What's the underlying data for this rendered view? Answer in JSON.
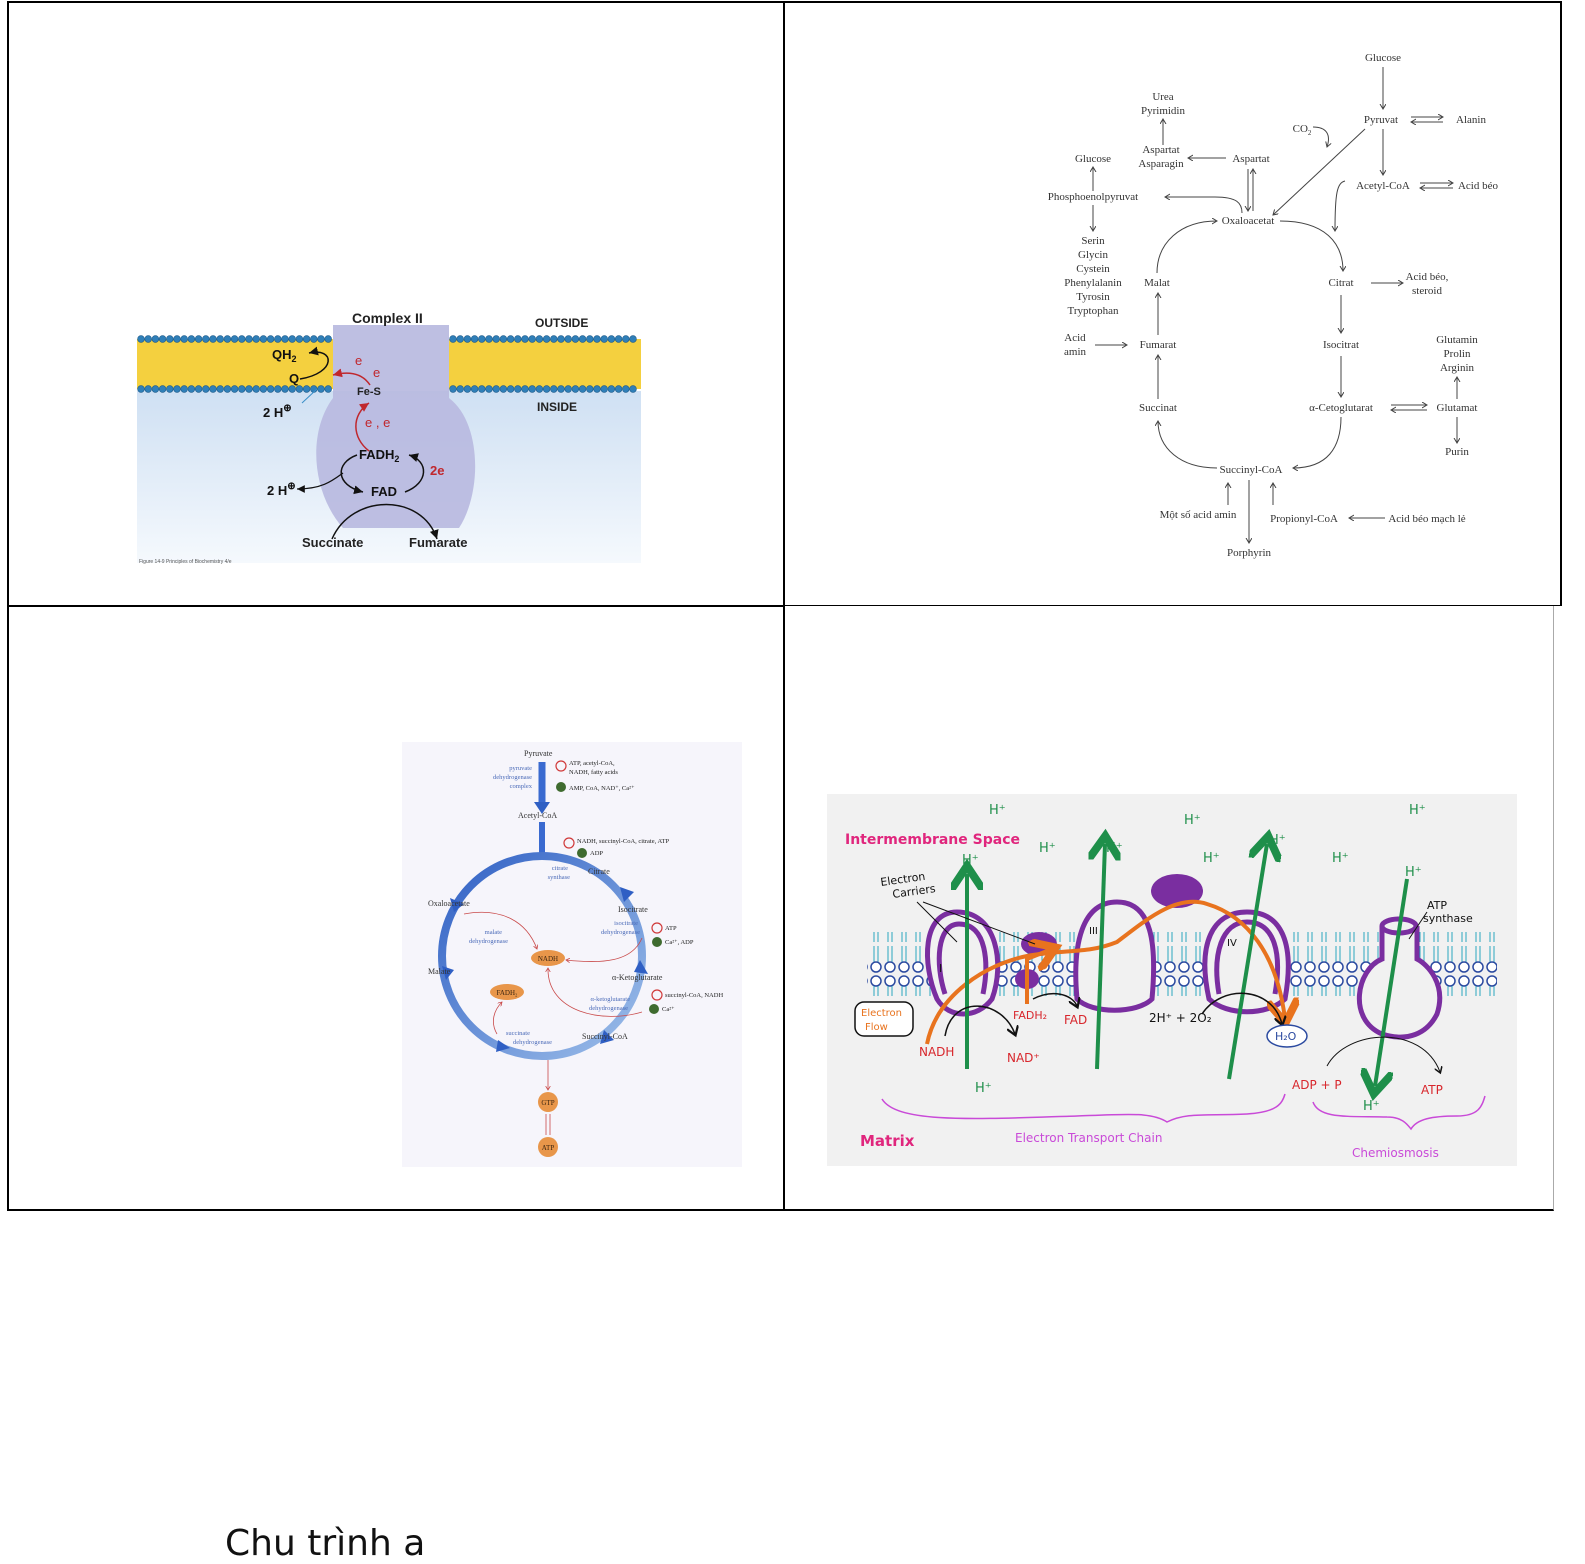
{
  "slides": {
    "complex2": {
      "title": "Complex II",
      "outside": "OUTSIDE",
      "inside": "INSIDE",
      "qh2": "QH",
      "qh2_sub": "2",
      "q": "Q",
      "fes": "Fe-S",
      "e1": "e",
      "e2": "e",
      "e_pair": "e , e",
      "fadh2": "FADH",
      "fadh2_sub": "2",
      "fad": "FAD",
      "two_e": "2e",
      "h_top": "2 H",
      "h_bottom": "2 H",
      "succinate": "Succinate",
      "fumarate": "Fumarate",
      "figure_caption": "Figure 14-9  Principles of Biochemistry 4/e"
    },
    "tca_links": {
      "nodes": {
        "glucose_top": "Glucose",
        "pyruvat": "Pyruvat",
        "alanin": "Alanin",
        "co2": "CO",
        "co2_sub": "2",
        "urea": "Urea",
        "pyrimidin": "Pyrimidin",
        "aspartat_asparagin_1": "Aspartat",
        "aspartat_asparagin_2": "Asparagin",
        "aspartat": "Aspartat",
        "glucose_left": "Glucose",
        "pep": "Phosphoenolpyruvat",
        "acetylcoa": "Acetyl-CoA",
        "acid_beo": "Acid béo",
        "oxaloacetat": "Oxaloacetat",
        "amino_list": [
          "Serin",
          "Glycin",
          "Cystein",
          "Phenylalanin",
          "Tyrosin",
          "Tryptophan"
        ],
        "malat": "Malat",
        "citrat": "Citrat",
        "acid_beo_steroid_1": "Acid béo,",
        "acid_beo_steroid_2": "steroid",
        "acid_amin_1": "Acid",
        "acid_amin_2": "amin",
        "fumarat": "Fumarat",
        "isocitrat": "Isocitrat",
        "glutamin": "Glutamin",
        "prolin": "Prolin",
        "arginin": "Arginin",
        "succinat": "Succinat",
        "cetoglutarat": "α-Cetoglutarat",
        "glutamat": "Glutamat",
        "purin": "Purin",
        "succinylcoa": "Succinyl-CoA",
        "mot_so_acid_amin": "Một số acid amin",
        "propionylcoa": "Propionyl-CoA",
        "acid_beo_mach_le": "Acid béo mạch lẻ",
        "porphyrin": "Porphyrin"
      }
    },
    "tca_regulation": {
      "caption": "Chu trình a",
      "pyruvate": "Pyruvate",
      "pdh_1": "pyruvate",
      "pdh_2": "dehydrogenase",
      "pdh_3": "complex",
      "pdh_inhib_1": "ATP, acetyl-CoA,",
      "pdh_inhib_2": "NADH, fatty acids",
      "pdh_activ": "AMP, CoA, NAD⁺, Ca²⁺",
      "acetylcoa": "Acetyl-CoA",
      "cs_inhib": "NADH, succinyl-CoA, citrate, ATP",
      "cs_activ": "ADP",
      "cs_1": "citrate",
      "cs_2": "synthase",
      "citrate": "Citrate",
      "oxaloacetate": "Oxaloacetate",
      "isocitrate": "Isocitrate",
      "idh_1": "isocitrate",
      "idh_2": "dehydrogenase",
      "idh_inhib": "ATP",
      "idh_activ": "Ca²⁺, ADP",
      "mdh_1": "malate",
      "mdh_2": "dehydrogenase",
      "nadh": "NADH",
      "malate": "Malate",
      "akg": "α-Ketoglutarate",
      "akgdh_1": "α-ketoglutarate",
      "akgdh_2": "dehydrogenase",
      "akgdh_inhib": "succinyl-CoA, NADH",
      "akgdh_activ": "Ca²⁺",
      "fadh2": "FADH₂",
      "sdh_1": "succinate",
      "sdh_2": "dehydrogenase",
      "succinylcoa": "Succinyl-CoA",
      "gtp": "GTP",
      "atp": "ATP"
    },
    "etc": {
      "intermembrane": "Intermembrane Space",
      "matrix": "Matrix",
      "electron_carriers_1": "Electron",
      "electron_carriers_2": "Carriers",
      "electron_flow_1": "Electron",
      "electron_flow_2": "Flow",
      "complex_i": "I",
      "complex_iii": "III",
      "complex_iv": "IV",
      "atp_synthase_1": "ATP",
      "atp_synthase_2": "synthase",
      "nadh": "NADH",
      "nad_plus": "NAD⁺",
      "fadh2": "FADH₂",
      "fad": "FAD",
      "oxygen_eq": "2H⁺ + 2O₂",
      "water": "H₂O",
      "adp_p": "ADP + P",
      "atp": "ATP",
      "h_plus": "H⁺",
      "etc_label": "Electron Transport Chain",
      "chemiosmosis": "Chemiosmosis",
      "colors": {
        "pink": "#e0267d",
        "green": "#1e8f4a",
        "purple": "#7a2ea0",
        "orange": "#e8731e",
        "red": "#d8262c",
        "lipid": "#2aa6c0"
      }
    }
  }
}
